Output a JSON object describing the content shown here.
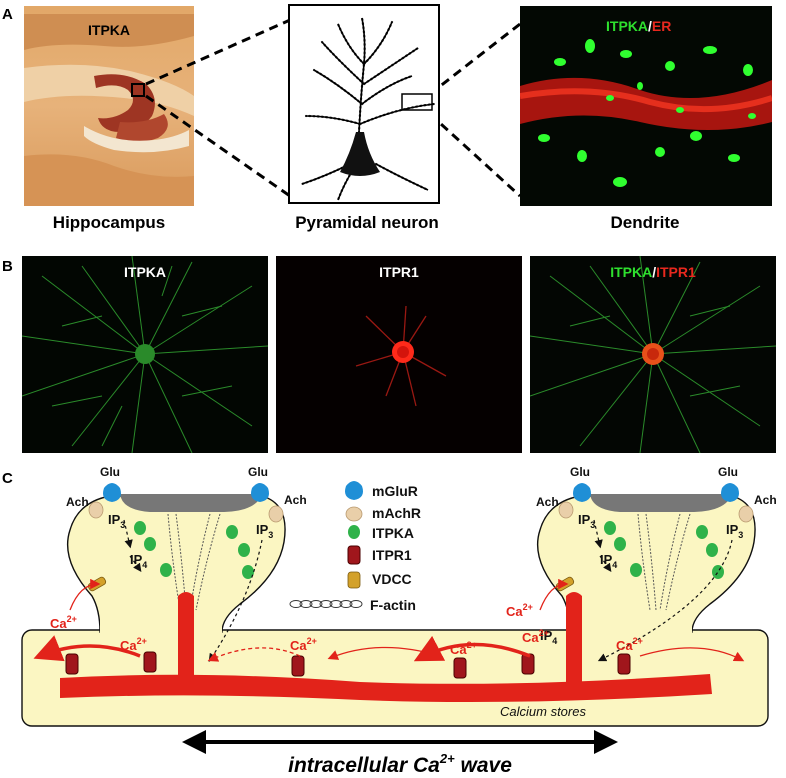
{
  "panels": {
    "a": {
      "letter": "A",
      "hippocampus": {
        "stain_label": "ITPKA",
        "caption": "Hippocampus"
      },
      "neuron": {
        "caption": "Pyramidal neuron"
      },
      "dendrite": {
        "caption": "Dendrite",
        "label_green": "ITPKA",
        "label_sep": "/",
        "label_red": "ER"
      }
    },
    "b": {
      "letter": "B",
      "images": [
        {
          "label": "ITPKA"
        },
        {
          "label": "ITPR1"
        },
        {
          "label_green": "ITPKA",
          "label_sep": "/",
          "label_red": "ITPR1"
        }
      ]
    },
    "c": {
      "letter": "C",
      "glu": "Glu",
      "ach": "Ach",
      "ip": "IP",
      "sub3": "3",
      "sub4": "4",
      "ca": "Ca",
      "sup2": "2+",
      "legend": [
        {
          "label": "mGluR",
          "icon": "mglur-icon"
        },
        {
          "label": "mAchR",
          "icon": "machr-icon"
        },
        {
          "label": "ITPKA",
          "icon": "itpka-icon"
        },
        {
          "label": "ITPR1",
          "icon": "itpr1-icon"
        },
        {
          "label": "VDCC",
          "icon": "vdcc-icon"
        },
        {
          "label": "F-actin",
          "icon": "f-actin-icon"
        }
      ],
      "calcium_stores": "Calcium stores",
      "wave": {
        "prefix": "intracellular Ca",
        "sup": "2+",
        "suffix": " wave"
      }
    }
  },
  "colors": {
    "green": "#2ee02e",
    "red": "#e8281e",
    "cytoplasm": "#fbf6c2",
    "er": "#e2231a",
    "mglur": "#1f8fd6",
    "machr": "#e9cfa9",
    "itpka": "#2fb24a",
    "itpr1": "#a0161c",
    "vdcc": "#d3a12a",
    "psd": "#777777"
  }
}
